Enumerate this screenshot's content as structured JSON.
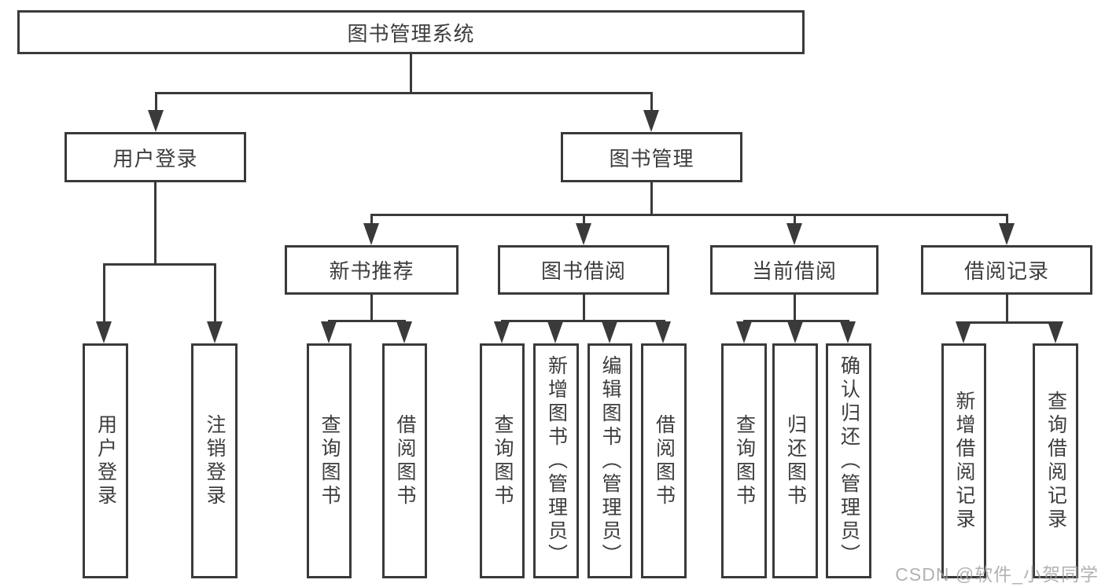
{
  "tree": {
    "root": {
      "label": "图书管理系统"
    },
    "children": [
      {
        "label": "用户登录",
        "children": [
          {
            "label": "用户登录"
          },
          {
            "label": "注销登录"
          }
        ]
      },
      {
        "label": "图书管理",
        "children": [
          {
            "label": "新书推荐",
            "children": [
              {
                "label": "查询图书"
              },
              {
                "label": "借阅图书"
              }
            ]
          },
          {
            "label": "图书借阅",
            "children": [
              {
                "label": "查询图书"
              },
              {
                "label": "新增图书（管理员）"
              },
              {
                "label": "编辑图书（管理员）"
              },
              {
                "label": "借阅图书"
              }
            ]
          },
          {
            "label": "当前借阅",
            "children": [
              {
                "label": "查询图书"
              },
              {
                "label": "归还图书"
              },
              {
                "label": "确认归还（管理员）"
              }
            ]
          },
          {
            "label": "借阅记录",
            "children": [
              {
                "label": "新增借阅记录"
              },
              {
                "label": "查询借阅记录"
              }
            ]
          }
        ]
      }
    ]
  },
  "watermark": {
    "text": "CSDN @软件_小贺同学"
  },
  "colors": {
    "line": "#3a3a3a",
    "text": "#3d3d3d",
    "background": "#ffffff",
    "watermark": "#9f9f9f"
  }
}
